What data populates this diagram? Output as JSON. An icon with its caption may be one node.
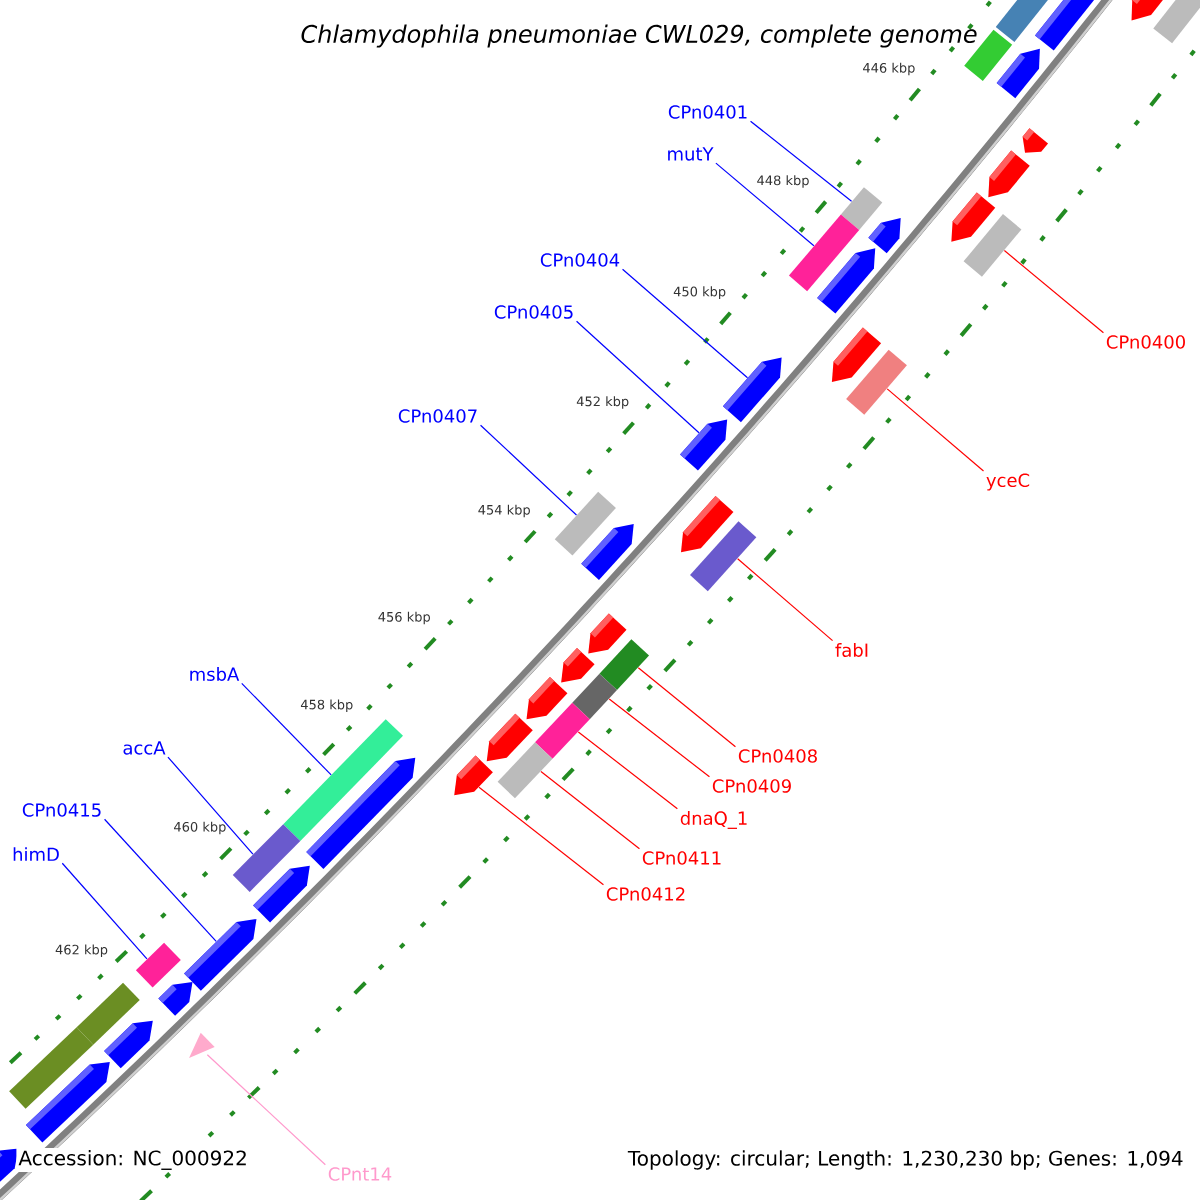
{
  "diagram": {
    "title": "Chlamydophila pneumoniae CWL029, complete genome",
    "nodes": [
      {
        "text": [
          "CPn0401"
        ]
      },
      {
        "text": [
          "mutY"
        ]
      },
      {
        "text": [
          "CPn0404"
        ]
      },
      {
        "text": [
          "CPn0405"
        ]
      },
      {
        "text": [
          "CPn0407"
        ]
      },
      {
        "text": [
          "msbA"
        ]
      },
      {
        "text": [
          "accA"
        ]
      },
      {
        "text": [
          "CPn0415"
        ]
      },
      {
        "text": [
          "himD"
        ]
      },
      {
        "text": [
          "CPn0400"
        ]
      },
      {
        "text": [
          "yceC"
        ]
      },
      {
        "text": [
          "fabI"
        ]
      },
      {
        "text": [
          "CPn0408"
        ]
      },
      {
        "text": [
          "CPn0409"
        ]
      },
      {
        "text": [
          "dnaQ_1"
        ]
      },
      {
        "text": [
          "CPn0411"
        ]
      },
      {
        "text": [
          "CPn0412"
        ]
      },
      {
        "text": [
          "CPnt14"
        ]
      },
      {
        "text": [],
        "shape": "box"
      },
      {
        "text": [],
        "shape": "box"
      },
      {
        "text": [],
        "shape": "box"
      },
      {
        "text": [],
        "shape": "box"
      },
      {
        "text": [],
        "shape": "box"
      },
      {
        "text": [],
        "shape": "box"
      },
      {
        "text": [],
        "shape": "box"
      },
      {
        "text": [],
        "shape": "box"
      },
      {
        "text": [],
        "shape": "box"
      },
      {
        "text": [],
        "shape": "box"
      },
      {
        "text": [],
        "shape": "box"
      },
      {
        "text": [],
        "shape": "box"
      },
      {
        "text": [],
        "shape": "box"
      },
      {
        "text": [],
        "shape": "box"
      },
      {
        "text": [],
        "shape": "box"
      },
      {
        "text": [],
        "shape": "box"
      },
      {
        "text": [],
        "shape": "box"
      },
      {
        "text": [],
        "shape": "triangle"
      },
      {
        "text": [],
        "shape": "box"
      },
      {
        "text": [],
        "shape": "box"
      },
      {
        "text": [],
        "shape": "box"
      },
      {
        "text": [],
        "shape": "box"
      },
      {
        "text": [],
        "shape": "box"
      },
      {
        "text": [],
        "shape": "box"
      },
      {
        "text": [],
        "shape": "box"
      },
      {
        "text": [],
        "shape": "box"
      }
    ],
    "edges": [
      {
        "from": 0,
        "to": 18,
        "arrow": "none"
      },
      {
        "from": 1,
        "to": 19,
        "arrow": "none"
      },
      {
        "from": 2,
        "to": 20,
        "arrow": "none"
      },
      {
        "from": 3,
        "to": 21,
        "arrow": "none"
      },
      {
        "from": 4,
        "to": 22,
        "arrow": "none"
      },
      {
        "from": 5,
        "to": 23,
        "arrow": "none"
      },
      {
        "from": 6,
        "to": 24,
        "arrow": "none"
      },
      {
        "from": 7,
        "to": 25,
        "arrow": "none"
      },
      {
        "from": 8,
        "to": 26,
        "arrow": "none"
      },
      {
        "from": 9,
        "to": 27,
        "arrow": "none",
        "color": "#ff0000"
      },
      {
        "from": 10,
        "to": 28,
        "arrow": "none",
        "color": "#ff0000"
      },
      {
        "from": 11,
        "to": 29,
        "arrow": "none",
        "color": "#ff0000"
      },
      {
        "from": 12,
        "to": 30,
        "arrow": "none",
        "color": "#ff0000"
      },
      {
        "from": 13,
        "to": 31,
        "arrow": "none",
        "color": "#ff0000"
      },
      {
        "from": 14,
        "to": 32,
        "arrow": "none",
        "color": "#ff0000"
      },
      {
        "from": 15,
        "to": 33,
        "arrow": "none",
        "color": "#ff0000"
      },
      {
        "from": 16,
        "to": 34,
        "arrow": "none",
        "color": "#ff0000"
      },
      {
        "from": 17,
        "to": 35,
        "arrow": "none",
        "color": "#ff99cc"
      }
    ],
    "labels": [
      "446 kbp",
      "448 kbp",
      "450 kbp",
      "452 kbp",
      "454 kbp",
      "456 kbp",
      "458 kbp",
      "460 kbp",
      "462 kbp",
      "Accession: NC_000922",
      "Topology: circular; Length: 1,230,230 bp; Genes: 1,094"
    ]
  }
}
